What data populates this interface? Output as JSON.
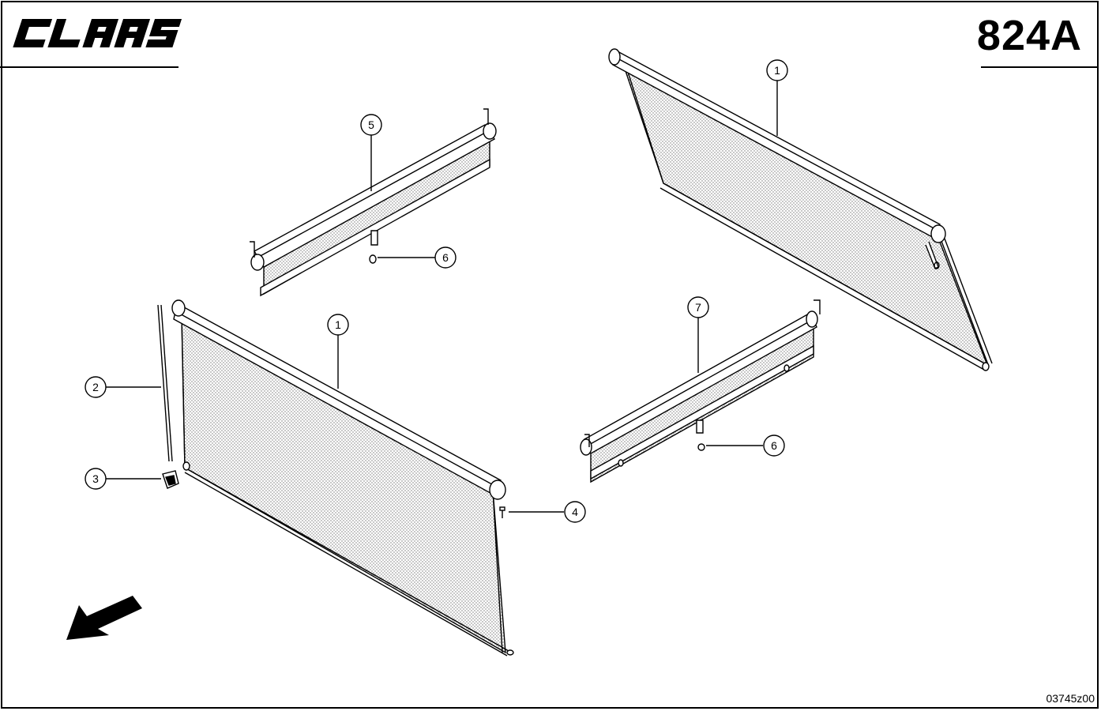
{
  "header": {
    "brand_logo_text": "CLAAS",
    "page_code": "824A"
  },
  "footer": {
    "drawing_number": "03745z00"
  },
  "colors": {
    "line": "#000000",
    "background": "#ffffff",
    "mesh": "#e6e6e6"
  },
  "callouts": [
    {
      "id": "1a",
      "label": "1"
    },
    {
      "id": "1b",
      "label": "1"
    },
    {
      "id": "2",
      "label": "2"
    },
    {
      "id": "3",
      "label": "3"
    },
    {
      "id": "4",
      "label": "4"
    },
    {
      "id": "5",
      "label": "5"
    },
    {
      "id": "6a",
      "label": "6"
    },
    {
      "id": "6b",
      "label": "6"
    },
    {
      "id": "7",
      "label": "7"
    }
  ],
  "icons": {
    "direction_arrow": "arrow-down-left-icon"
  }
}
